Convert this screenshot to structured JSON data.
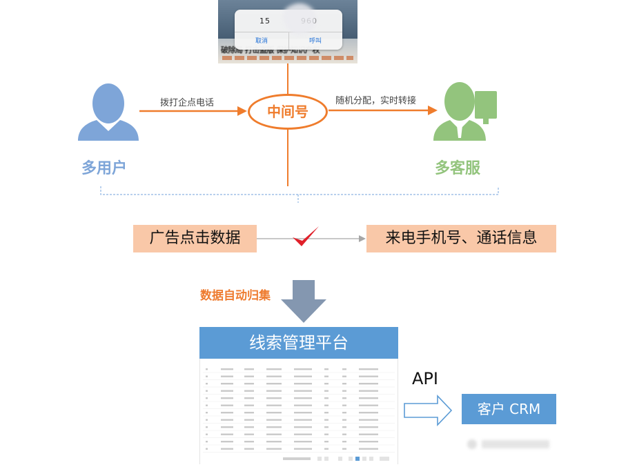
{
  "phone": {
    "number_prefix": "15",
    "number_suffix": "960",
    "cancel_label": "取消",
    "call_label": "呼叫",
    "headline": "破除局 打击盗版 保护知识产权"
  },
  "left_person": {
    "label": "多用户",
    "color": "#7ea5d8"
  },
  "right_person": {
    "label": "多客服",
    "color": "#93c47d"
  },
  "arrow_left_label": "拨打企点电话",
  "hub_label": "中间号",
  "arrow_right_label": "随机分配，实时转接",
  "source_box": "广告点击数据",
  "target_box": "来电手机号、通话信息",
  "collect_label": "数据自动归集",
  "platform": {
    "title": "线索管理平台",
    "rows": 12
  },
  "api_label": "API",
  "crm_label": "客户 CRM",
  "colors": {
    "accent_orange": "#ef7c2c",
    "blue": "#5b9bd5",
    "peach": "#f9c8a8",
    "gray_arrow": "#8497b0",
    "check_red": "#e0202a"
  }
}
